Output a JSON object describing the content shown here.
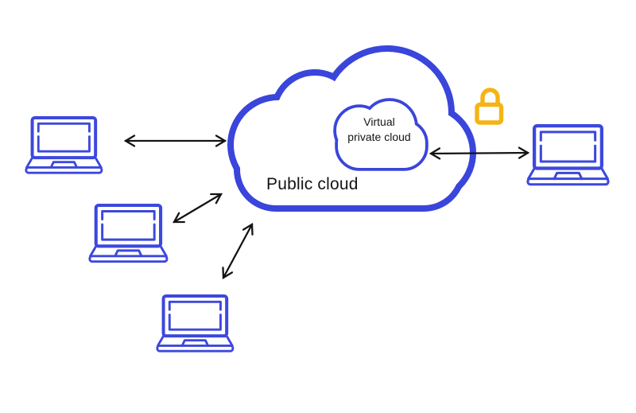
{
  "labels": {
    "public_cloud": "Public cloud",
    "virtual_private_cloud": "Virtual private cloud"
  },
  "colors": {
    "cloud": "#3A45DB",
    "laptop": "#3C48DD",
    "lock": "#F5B414",
    "ink": "#141414",
    "background": "#FFFFFF"
  },
  "icons": {
    "lock": "lock-icon",
    "device": "laptop-icon",
    "arrow": "double-headed-arrow"
  },
  "connections": [
    {
      "from": "laptop-left",
      "to": "public-cloud",
      "bidirectional": true
    },
    {
      "from": "laptop-middle-left",
      "to": "public-cloud",
      "bidirectional": true
    },
    {
      "from": "laptop-bottom",
      "to": "public-cloud",
      "bidirectional": true
    },
    {
      "from": "laptop-right",
      "to": "virtual-private-cloud",
      "bidirectional": true
    }
  ]
}
